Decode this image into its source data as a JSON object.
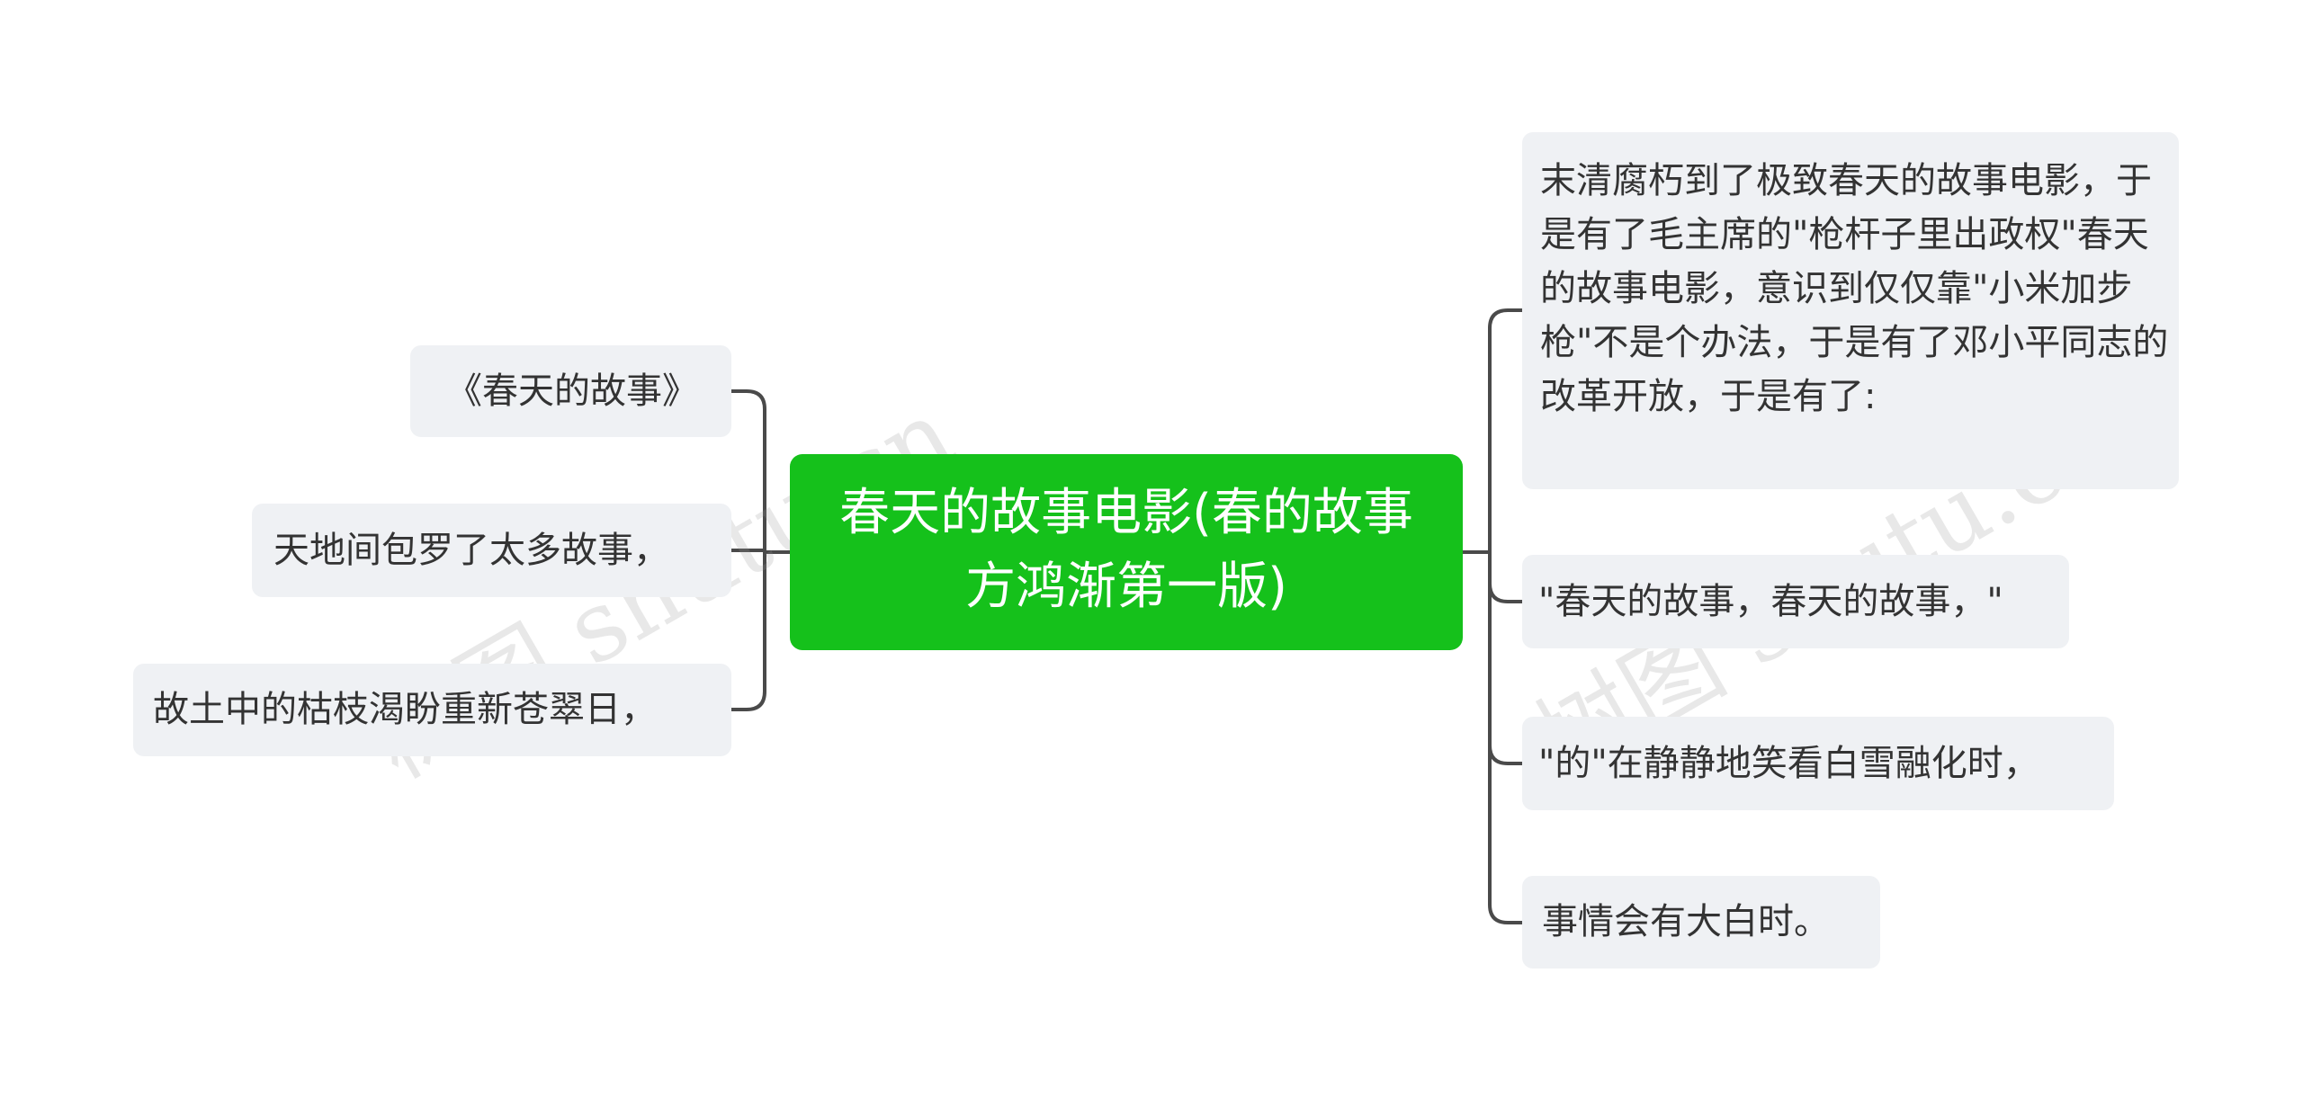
{
  "center": {
    "label": "春天的故事电影(春的故事方鸿渐第一版)"
  },
  "left_branches": [
    {
      "label": "《春天的故事》"
    },
    {
      "label": "天地间包罗了太多故事，"
    },
    {
      "label": "故土中的枯枝渴盼重新苍翠日，"
    }
  ],
  "right_branches": [
    {
      "label": "末清腐朽到了极致春天的故事电影，于是有了毛主席的\"枪杆子里出政权\"春天的故事电影，意识到仅仅靠\"小米加步枪\"不是个办法，于是有了邓小平同志的改革开放，于是有了:"
    },
    {
      "label": "\"春天的故事，春天的故事，\""
    },
    {
      "label": "\"的\"在静静地笑看白雪融化时，"
    },
    {
      "label": "事情会有大白时。"
    }
  ],
  "watermark": {
    "text": "树图 shutu.cn"
  },
  "colors": {
    "center_fill": "#15c11b",
    "leaf_fill": "#eff1f4",
    "connector": "#4a4a4a",
    "text": "#333333"
  }
}
